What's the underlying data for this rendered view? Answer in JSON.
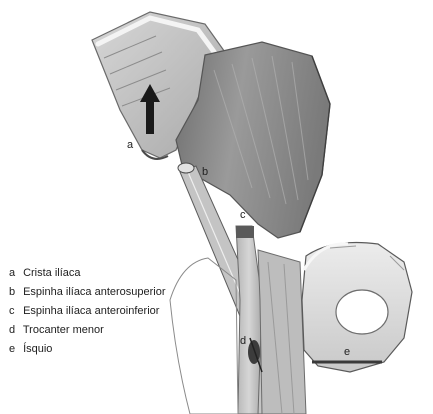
{
  "markers": {
    "a": "a",
    "b": "b",
    "c": "c",
    "d": "d",
    "e": "e"
  },
  "legend": [
    {
      "key": "a",
      "text": "Crista ilíaca"
    },
    {
      "key": "b",
      "text": "Espinha ilíaca anterosuperior"
    },
    {
      "key": "c",
      "text": "Espinha ilíaca anteroinferior"
    },
    {
      "key": "d",
      "text": "Trocanter menor"
    },
    {
      "key": "e",
      "text": "Ísquio"
    }
  ],
  "colors": {
    "background": "#ffffff",
    "muscle": "#8e8e8e",
    "muscle_shadow": "#5f5f5f",
    "bone": "#dcdcdc",
    "arrow": "#1a1a1a"
  },
  "icons": {
    "arrow": "arrow-up-icon"
  }
}
